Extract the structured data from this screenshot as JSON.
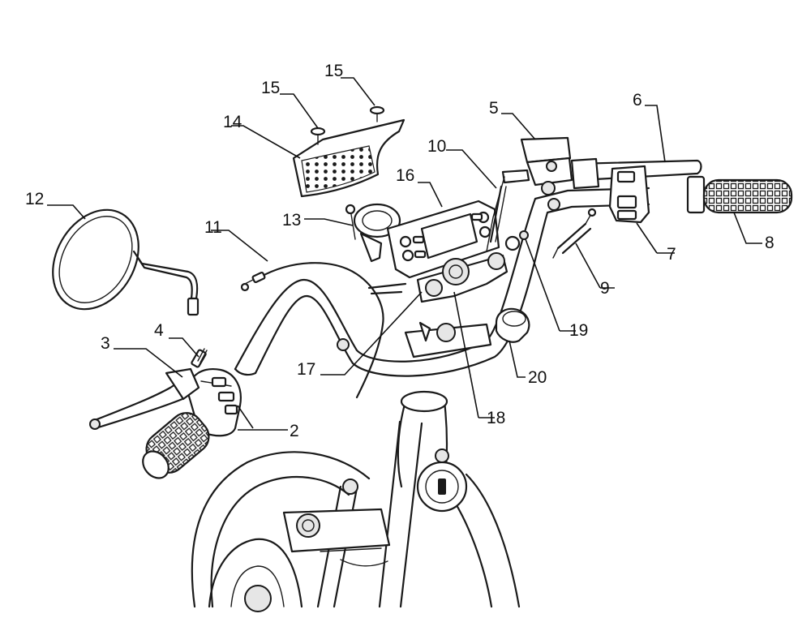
{
  "callouts": [
    {
      "id": "2",
      "label": "2"
    },
    {
      "id": "3",
      "label": "3"
    },
    {
      "id": "4",
      "label": "4"
    },
    {
      "id": "5",
      "label": "5"
    },
    {
      "id": "6",
      "label": "6"
    },
    {
      "id": "7",
      "label": "7"
    },
    {
      "id": "8",
      "label": "8"
    },
    {
      "id": "9",
      "label": "9"
    },
    {
      "id": "10",
      "label": "10"
    },
    {
      "id": "11",
      "label": "11"
    },
    {
      "id": "12",
      "label": "12"
    },
    {
      "id": "13",
      "label": "13"
    },
    {
      "id": "14",
      "label": "14"
    },
    {
      "id": "15a",
      "label": "15"
    },
    {
      "id": "15b",
      "label": "15"
    },
    {
      "id": "16",
      "label": "16"
    },
    {
      "id": "17",
      "label": "17"
    },
    {
      "id": "18",
      "label": "18"
    },
    {
      "id": "19",
      "label": "19"
    },
    {
      "id": "20",
      "label": "20"
    }
  ]
}
